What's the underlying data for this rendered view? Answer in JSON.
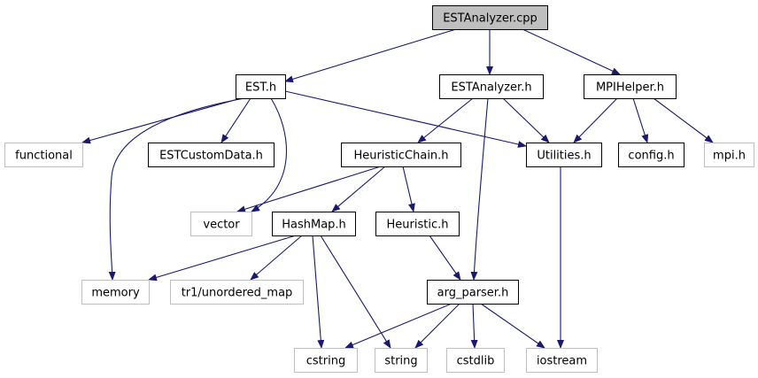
{
  "colors": {
    "edge": "#191970",
    "root_fill": "#bfbfbf",
    "root_border": "#000000",
    "local_border": "#000000",
    "system_border": "#bfbfbf",
    "node_fill": "#ffffff"
  },
  "nodes": [
    {
      "id": "estanalyzer_cpp",
      "label": "ESTAnalyzer.cpp",
      "kind": "root"
    },
    {
      "id": "est_h",
      "label": "EST.h",
      "kind": "local"
    },
    {
      "id": "estanalyzer_h",
      "label": "ESTAnalyzer.h",
      "kind": "local"
    },
    {
      "id": "mpihelper_h",
      "label": "MPIHelper.h",
      "kind": "local"
    },
    {
      "id": "functional",
      "label": "functional",
      "kind": "system"
    },
    {
      "id": "estcustomdata_h",
      "label": "ESTCustomData.h",
      "kind": "local"
    },
    {
      "id": "heuristicchain_h",
      "label": "HeuristicChain.h",
      "kind": "local"
    },
    {
      "id": "utilities_h",
      "label": "Utilities.h",
      "kind": "local"
    },
    {
      "id": "config_h",
      "label": "config.h",
      "kind": "local"
    },
    {
      "id": "mpi_h",
      "label": "mpi.h",
      "kind": "system"
    },
    {
      "id": "vector",
      "label": "vector",
      "kind": "system"
    },
    {
      "id": "hashmap_h",
      "label": "HashMap.h",
      "kind": "local"
    },
    {
      "id": "heuristic_h",
      "label": "Heuristic.h",
      "kind": "local"
    },
    {
      "id": "memory",
      "label": "memory",
      "kind": "system"
    },
    {
      "id": "tr1_unordered_map",
      "label": "tr1/unordered_map",
      "kind": "system"
    },
    {
      "id": "arg_parser_h",
      "label": "arg_parser.h",
      "kind": "local"
    },
    {
      "id": "cstring",
      "label": "cstring",
      "kind": "system"
    },
    {
      "id": "string",
      "label": "string",
      "kind": "system"
    },
    {
      "id": "cstdlib",
      "label": "cstdlib",
      "kind": "system"
    },
    {
      "id": "iostream",
      "label": "iostream",
      "kind": "system"
    }
  ],
  "edges": [
    [
      "estanalyzer_cpp",
      "est_h"
    ],
    [
      "estanalyzer_cpp",
      "estanalyzer_h"
    ],
    [
      "estanalyzer_cpp",
      "mpihelper_h"
    ],
    [
      "est_h",
      "functional"
    ],
    [
      "est_h",
      "estcustomdata_h"
    ],
    [
      "est_h",
      "utilities_h"
    ],
    [
      "est_h",
      "vector"
    ],
    [
      "est_h",
      "memory"
    ],
    [
      "estanalyzer_h",
      "heuristicchain_h"
    ],
    [
      "estanalyzer_h",
      "utilities_h"
    ],
    [
      "estanalyzer_h",
      "arg_parser_h"
    ],
    [
      "mpihelper_h",
      "utilities_h"
    ],
    [
      "mpihelper_h",
      "config_h"
    ],
    [
      "mpihelper_h",
      "mpi_h"
    ],
    [
      "heuristicchain_h",
      "vector"
    ],
    [
      "heuristicchain_h",
      "hashmap_h"
    ],
    [
      "heuristicchain_h",
      "heuristic_h"
    ],
    [
      "utilities_h",
      "iostream"
    ],
    [
      "hashmap_h",
      "memory"
    ],
    [
      "hashmap_h",
      "tr1_unordered_map"
    ],
    [
      "hashmap_h",
      "cstring"
    ],
    [
      "hashmap_h",
      "string"
    ],
    [
      "heuristic_h",
      "arg_parser_h"
    ],
    [
      "arg_parser_h",
      "cstring"
    ],
    [
      "arg_parser_h",
      "string"
    ],
    [
      "arg_parser_h",
      "cstdlib"
    ],
    [
      "arg_parser_h",
      "iostream"
    ]
  ]
}
